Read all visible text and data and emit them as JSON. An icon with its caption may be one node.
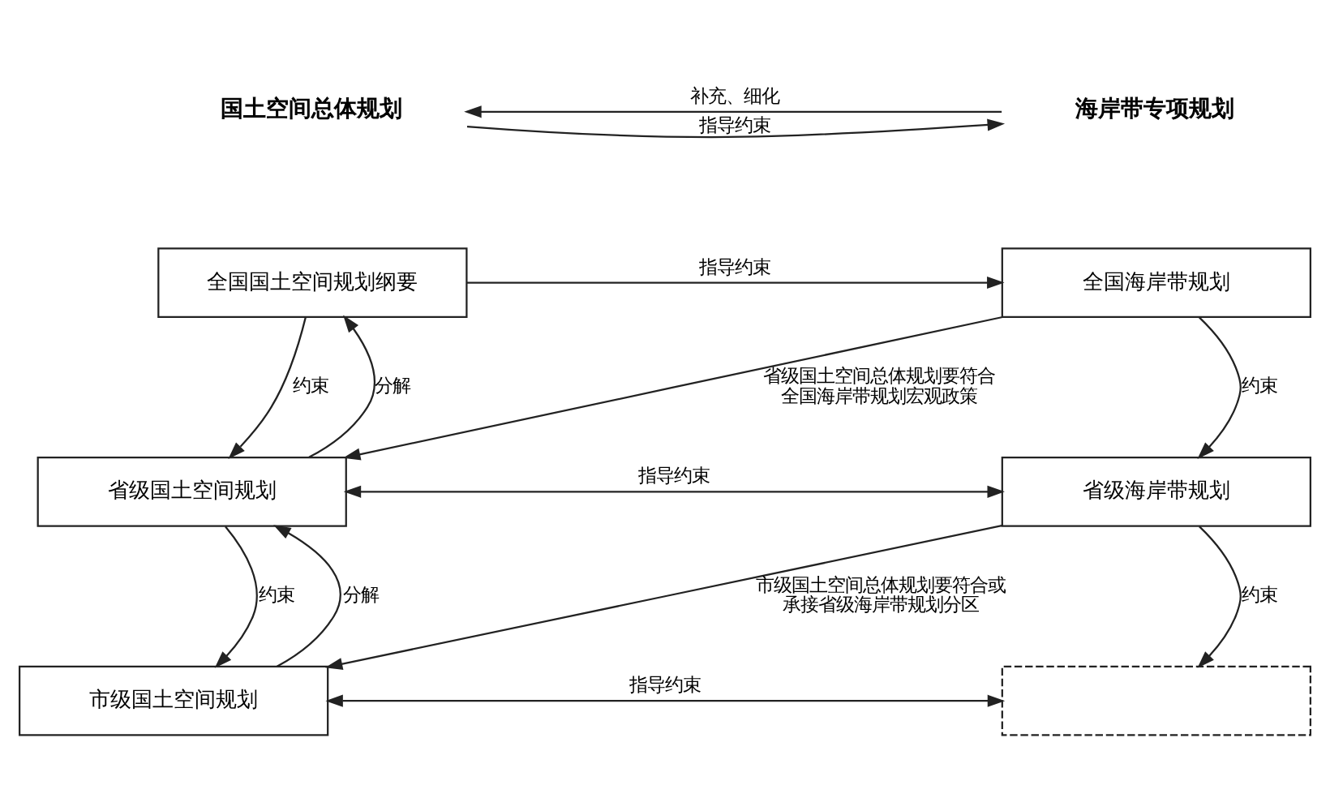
{
  "diagram": {
    "nodes": [
      {
        "text": [
          "国土空间总体规划"
        ]
      },
      {
        "text": [
          "海岸带专项规划"
        ]
      },
      {
        "text": [
          "全国国土空间规划纲要"
        ]
      },
      {
        "text": [
          "全国海岸带规划"
        ]
      },
      {
        "text": [
          "省级国土空间规划"
        ]
      },
      {
        "text": [
          "省级海岸带规划"
        ]
      },
      {
        "text": [
          "市级国土空间规划"
        ]
      },
      {
        "text": [],
        "shape": "box"
      }
    ],
    "edges": [
      {
        "from": 0,
        "to": 1,
        "arrow": "to",
        "label": "指导约束"
      },
      {
        "from": 1,
        "to": 0,
        "arrow": "to",
        "label": "补充、细化"
      },
      {
        "from": 2,
        "to": 3,
        "arrow": "to",
        "label": "指导约束"
      },
      {
        "from": 2,
        "to": 4,
        "arrow": "to",
        "label": "约束"
      },
      {
        "from": 4,
        "to": 2,
        "arrow": "to",
        "label": "分解"
      },
      {
        "from": 3,
        "to": 5,
        "arrow": "to",
        "label": "约束"
      },
      {
        "from": 3,
        "to": 4,
        "arrow": "to",
        "label": "省级国土空间总体规划要符合全国海岸带规划宏观政策"
      },
      {
        "from": 4,
        "to": 5,
        "arrow": "both",
        "label": "指导约束"
      },
      {
        "from": 4,
        "to": 6,
        "arrow": "to",
        "label": "约束"
      },
      {
        "from": 6,
        "to": 4,
        "arrow": "to",
        "label": "分解"
      },
      {
        "from": 5,
        "to": 7,
        "arrow": "to",
        "label": "约束"
      },
      {
        "from": 5,
        "to": 6,
        "arrow": "to",
        "label": "市级国土空间总体规划要符合或承接省级海岸带规划分区"
      },
      {
        "from": 6,
        "to": 7,
        "arrow": "both",
        "label": "指导约束"
      }
    ]
  }
}
